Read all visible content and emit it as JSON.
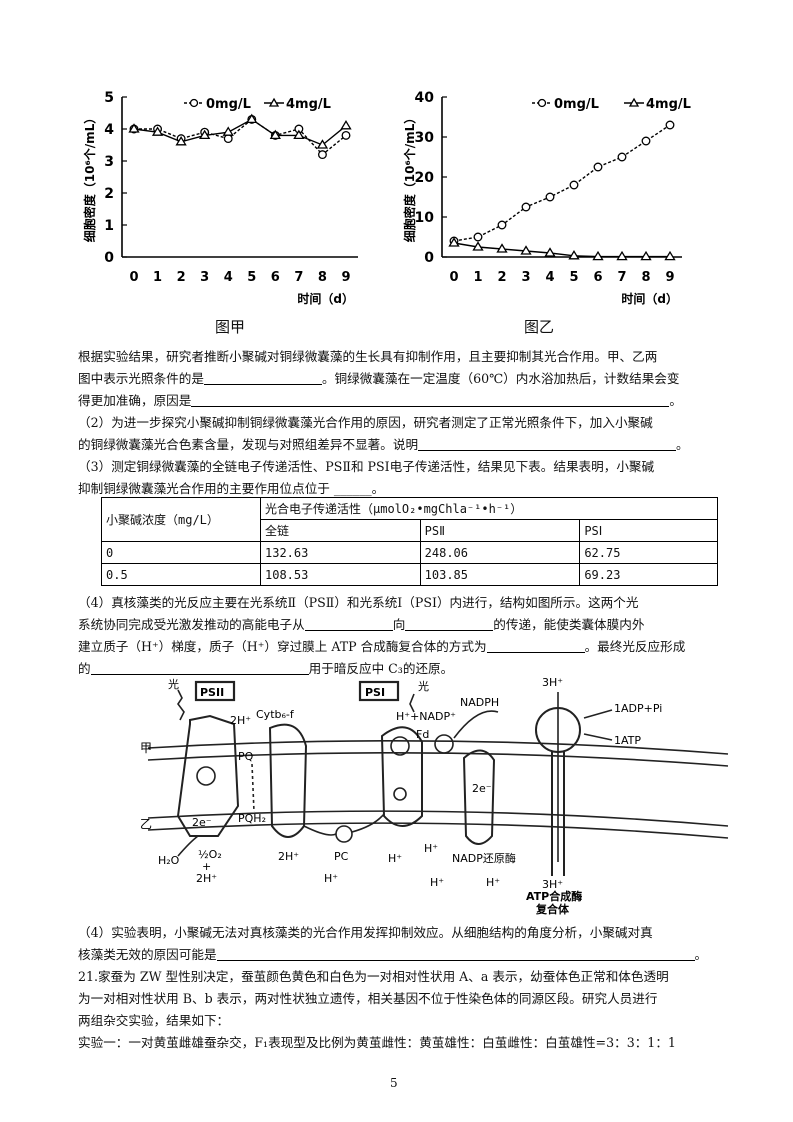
{
  "charts": {
    "chart_data": [
      {
        "type": "line",
        "caption": "图甲",
        "ylabel": "细胞密度（10⁶个/mL）",
        "xlabel": "时间（d）",
        "x": [
          0,
          1,
          2,
          3,
          4,
          5,
          6,
          7,
          8,
          9
        ],
        "ylim": [
          0,
          5
        ],
        "yticks": [
          0,
          1,
          2,
          3,
          4,
          5
        ],
        "series": [
          {
            "name": "0mg/L",
            "marker": "circle",
            "values": [
              4.0,
              4.0,
              3.7,
              3.9,
              3.7,
              4.3,
              3.8,
              4.0,
              3.2,
              3.8
            ]
          },
          {
            "name": "4mg/L",
            "marker": "triangle",
            "values": [
              4.0,
              3.9,
              3.6,
              3.8,
              3.9,
              4.3,
              3.8,
              3.8,
              3.5,
              4.1
            ]
          }
        ]
      },
      {
        "type": "line",
        "caption": "图乙",
        "ylabel": "细胞密度（10⁶个/mL）",
        "xlabel": "时间（d）",
        "x": [
          0,
          1,
          2,
          3,
          4,
          5,
          6,
          7,
          8,
          9
        ],
        "ylim": [
          0,
          40
        ],
        "yticks": [
          0,
          10,
          20,
          30,
          40
        ],
        "series": [
          {
            "name": "0mg/L",
            "marker": "circle",
            "values": [
              4,
              5,
              8,
              12.5,
              15,
              18,
              22.5,
              25,
              29,
              33
            ]
          },
          {
            "name": "4mg/L",
            "marker": "triangle",
            "values": [
              3.5,
              2.5,
              2,
              1.5,
              1,
              0.3,
              0.1,
              0.1,
              0.1,
              0.1
            ]
          }
        ]
      }
    ]
  },
  "text": {
    "p1a": "根据实验结果，研究者推断小聚碱对铜绿微囊藻的生长具有抑制作用，且主要抑制其光合作用。甲、乙两",
    "p1b_pre": "图中表示光照条件的是",
    "p1b_post": "。铜绿微囊藻在一定温度（60℃）内水浴加热后，计数结果会变",
    "p1c_pre": "得更加准确，原因是",
    "p1c_post": "。",
    "p2a": "（2）为进一步探究小聚碱抑制铜绿微囊藻光合作用的原因，研究者测定了正常光照条件下，加入小聚碱",
    "p2b_pre": "的铜绿微囊藻光合色素含量，发现与对照组差异不显著。说明",
    "p2b_post": "。",
    "p3a": "（3）测定铜绿微囊藻的全链电子传递活性、PSⅡ和 PSⅠ电子传递活性，结果见下表。结果表明，小聚碱",
    "p3b": "抑制铜绿微囊藻光合作用的主要作用位点位于 ______。",
    "p4a": "（4）真核藻类的光反应主要在光系统Ⅱ（PSⅡ）和光系统Ⅰ（PSⅠ）内进行，结构如图所示。这两个光",
    "p4b_pre": "系统协同完成受光激发推动的高能电子从",
    "p4b_mid": "向",
    "p4b_post": "的传递，能使类囊体膜内外",
    "p4c_pre": "建立质子（H⁺）梯度，质子（H⁺）穿过膜上 ATP 合成酶复合体的方式为",
    "p4c_post": "。最终光反应形成",
    "p4d_pre": "的",
    "p4d_post": "用于暗反应中 C₃的还原。",
    "p5a": "（4）实验表明，小聚碱无法对真核藻类的光合作用发挥抑制效应。从细胞结构的角度分析，小聚碱对真",
    "p5b_pre": "核藻类无效的原因可能是",
    "p5b_post": "。",
    "q21a": "21.家蚕为 ZW 型性别决定，蚕茧颜色黄色和白色为一对相对性状用 A、a 表示，幼蚕体色正常和体色透明",
    "q21b": "为一对相对性状用 B、b 表示，两对性状独立遗传，相关基因不位于性染色体的同源区段。研究人员进行",
    "q21c": "两组杂交实验，结果如下：",
    "q21d": "实验一：一对黄茧雌雄蚕杂交，F₁表现型及比例为黄茧雌性：黄茧雄性：白茧雌性：白茧雄性=3：3：1：1"
  },
  "table": {
    "h_conc": "小聚碱浓度（mg/L）",
    "h_act": "光合电子传递活性（μmolO₂•mgChla⁻¹•h⁻¹）",
    "h_cols": [
      "全链",
      "PSⅡ",
      "PSⅠ"
    ],
    "rows": [
      [
        "0",
        "132.63",
        "248.06",
        "62.75"
      ],
      [
        "0.5",
        "108.53",
        "103.85",
        "69.23"
      ]
    ]
  },
  "diagram": {
    "labels": {
      "psii": "PSII",
      "psi": "PSI",
      "light1": "光",
      "light2": "光",
      "h2": "2H⁺",
      "cytb": "Cytb₆-f",
      "pq": "PQ",
      "pqh2": "PQH₂",
      "e1": "2e⁻",
      "e2": "2e⁻",
      "h2o": "H₂O",
      "o2": "½O₂",
      "plus": "+",
      "h2b": "2H⁺",
      "pc": "PC",
      "hnadp": "H⁺+NADP⁺",
      "nadph": "NADPH",
      "fd": "Fd",
      "nadpred": "NADP还原酶",
      "h3top": "3H⁺",
      "h3bot": "3H⁺",
      "adp": "1ADP+Pi",
      "atp": "1ATP",
      "atpsyn1": "ATP合成酶",
      "atpsyn2": "复合体",
      "jia": "甲",
      "yi": "乙",
      "hplus": "H⁺"
    }
  },
  "page": {
    "number": "5"
  }
}
